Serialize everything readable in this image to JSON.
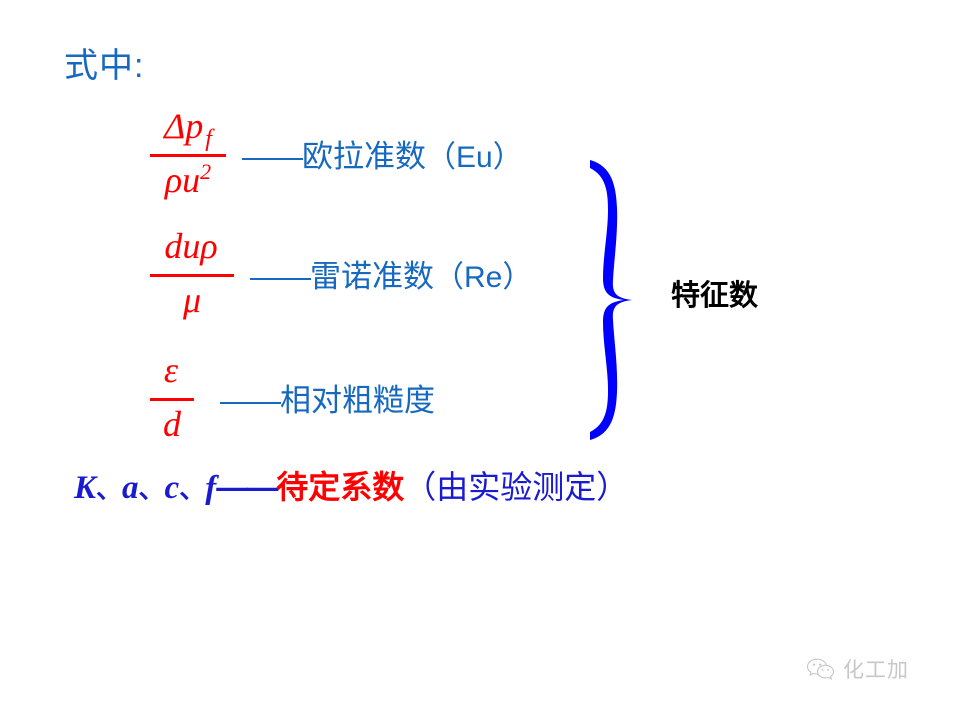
{
  "slide": {
    "intro_label": "式中:",
    "background_color": "#FFFFFF"
  },
  "colors": {
    "formula_red": "#FF0000",
    "text_blue": "#1769C0",
    "brace_blue": "#0000FF",
    "coef_blue": "#1A1AD0",
    "label_black": "#000000",
    "watermark_gray": "#9A9A9A"
  },
  "formulas": [
    {
      "numerator": "Δp",
      "numerator_sub": "f",
      "denominator": "ρu",
      "denominator_sup": "2",
      "dashes": "——",
      "name": "欧拉准数",
      "symbol": "（Eu）"
    },
    {
      "numerator": "duρ",
      "numerator_sub": "",
      "denominator": "μ",
      "denominator_sup": "",
      "dashes": "——",
      "name": "雷诺准数",
      "symbol": "（Re）"
    },
    {
      "numerator": "ε",
      "numerator_sub": "",
      "denominator": "d",
      "denominator_sup": "",
      "dashes": "——",
      "name": "相对粗糙度",
      "symbol": ""
    }
  ],
  "brace": {
    "label": "特征数"
  },
  "coefficients": {
    "symbols": [
      "K",
      "a",
      "c",
      "f"
    ],
    "separator": "、",
    "dashes": "——",
    "red_text": "待定系数",
    "note": "（由实验测定）"
  },
  "watermark": {
    "text": "化工加"
  }
}
